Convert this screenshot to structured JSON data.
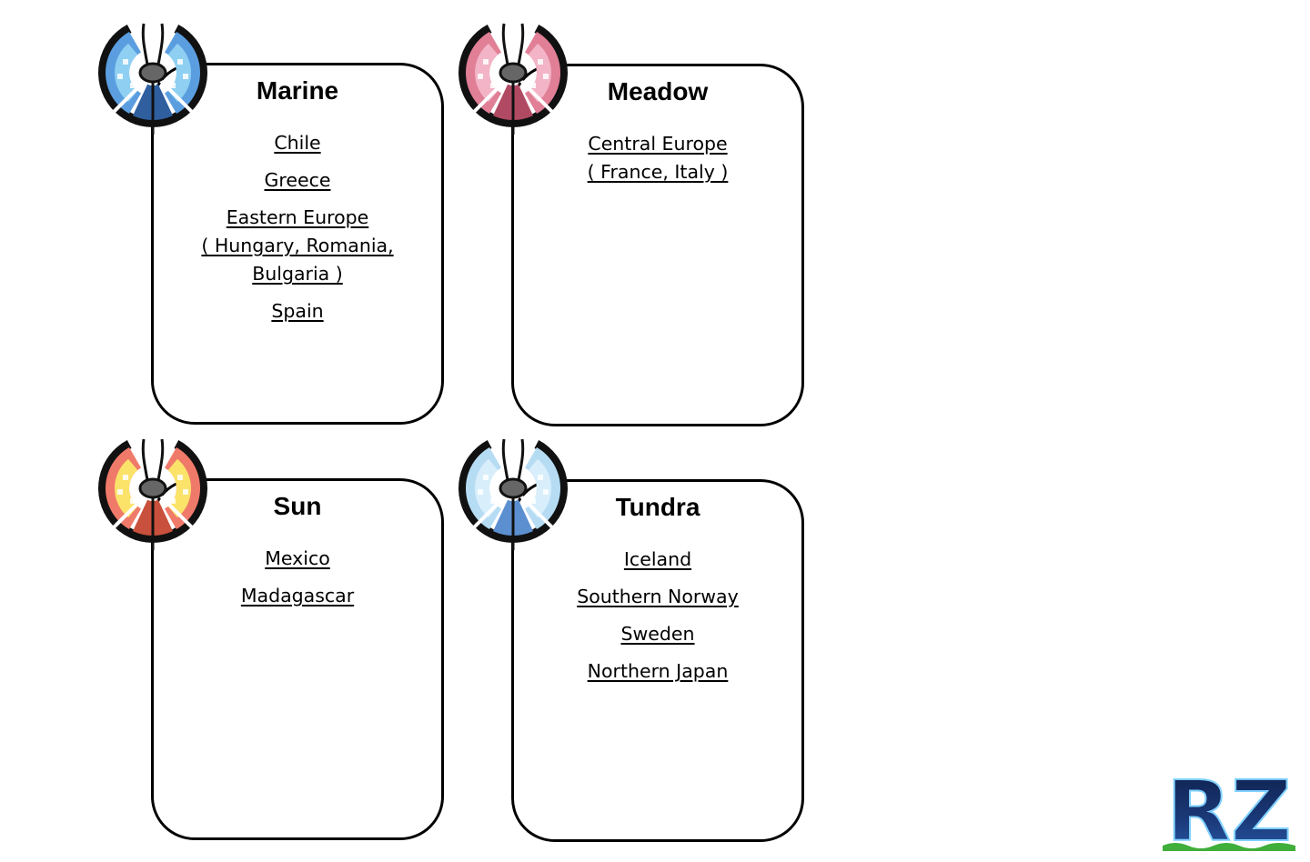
{
  "cards": {
    "marine": {
      "title": "Marine",
      "icon": "marine-pattern-emblem-icon",
      "colors": {
        "outer": "#5b9ee0",
        "inner": "#8fd0f2",
        "dark": "#2f5f9e"
      },
      "items": [
        "Chile",
        "Greece",
        "Eastern Europe",
        "( Hungary, Romania,",
        "Bulgaria )",
        "Spain"
      ]
    },
    "meadow": {
      "title": "Meadow",
      "icon": "meadow-pattern-emblem-icon",
      "colors": {
        "outer": "#e07f96",
        "inner": "#f2b4c6",
        "dark": "#b04a62"
      },
      "items": [
        "Central Europe",
        "( France, Italy )"
      ]
    },
    "sun": {
      "title": "Sun",
      "icon": "sun-pattern-emblem-icon",
      "colors": {
        "outer": "#f07a6a",
        "inner": "#fbe36a",
        "dark": "#c8503c"
      },
      "items": [
        "Mexico",
        "Madagascar"
      ]
    },
    "tundra": {
      "title": "Tundra",
      "icon": "tundra-pattern-emblem-icon",
      "colors": {
        "outer": "#b6dcf4",
        "inner": "#d8eefb",
        "dark": "#5c8fcf"
      },
      "items": [
        "Iceland",
        "Southern Norway",
        "Sweden",
        "Northern Japan"
      ]
    }
  },
  "logo": {
    "text": "RZ",
    "icon": "rz-logo-icon",
    "colors": {
      "fill": "#1b3a7a",
      "glow": "#7fd0ff",
      "grass": "#3fae3a"
    }
  }
}
